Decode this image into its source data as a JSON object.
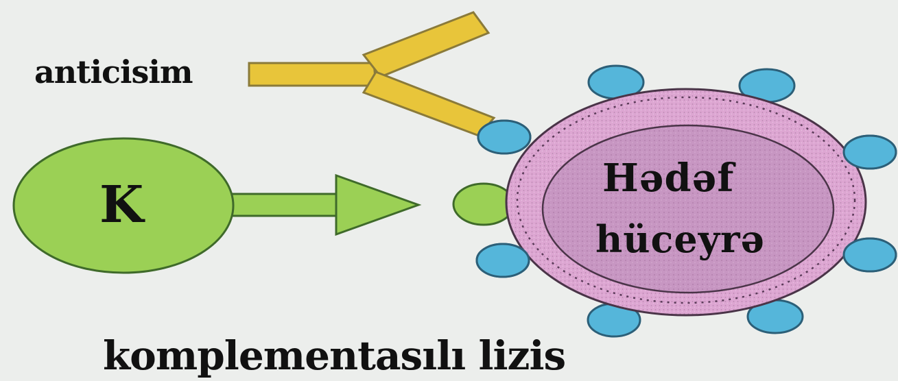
{
  "diagram": {
    "antibody_label": "anticisim",
    "complement_letter": "K",
    "cell_title_line1": "Hədəf",
    "cell_title_line2": "hüceyrə",
    "caption": "komplementasılı lizis"
  },
  "colors": {
    "background": "#eceeec",
    "antibody_fill": "#e8c53a",
    "antibody_stroke": "#8a7a3a",
    "complement_fill": "#9bd055",
    "complement_stroke": "#3f6a2a",
    "cell_outer_fill": "#dda6d2",
    "cell_inner_fill": "#c594c0",
    "cell_stroke": "#4a3448",
    "receptor_fill": "#55b6da",
    "receptor_stroke": "#2c5f78"
  }
}
